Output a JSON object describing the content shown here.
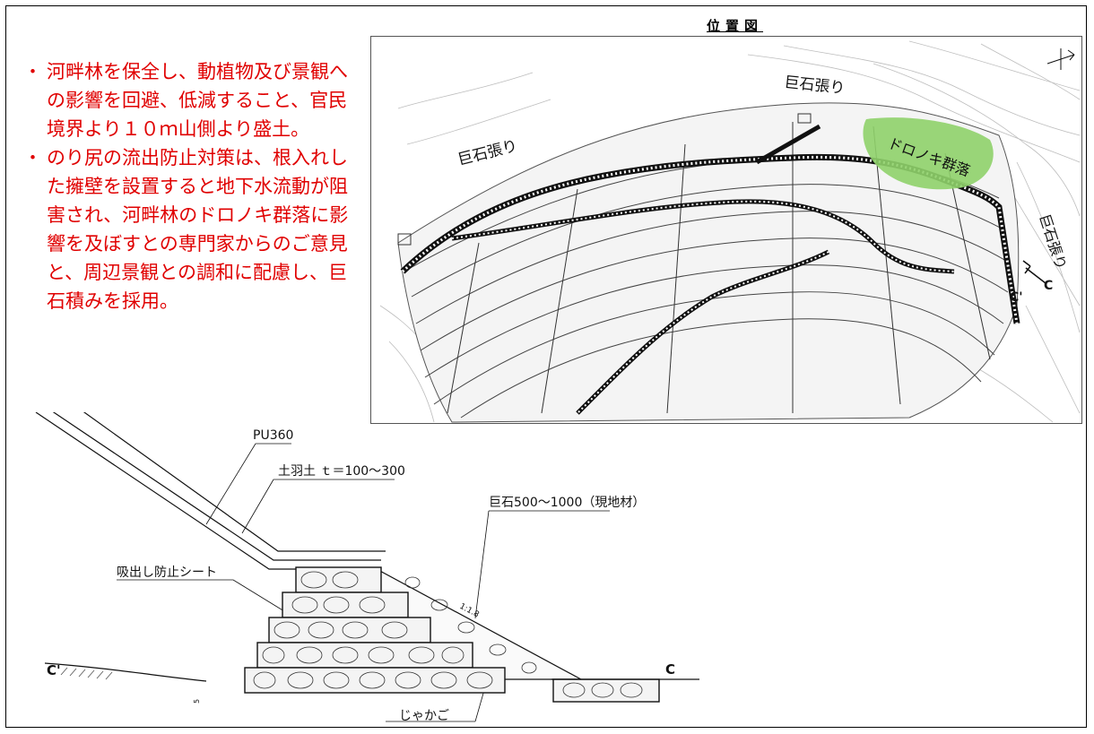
{
  "notes": [
    "河畔林を保全し、動植物及び景観への影響を回避、低減すること、官民境界より１０ｍ山側より盛土。",
    "のり尻の流出防止対策は、根入れした擁壁を設置すると地下水流動が阻害され、河畔林のドロノキ群落に影響を及ぼすとの専門家からのご意見と、周辺景観との調和に配慮し、巨石積みを採用。"
  ],
  "location_map": {
    "title": "位置図",
    "labels": {
      "boulder_left": "巨石張り",
      "boulder_top": "巨石張り",
      "boulder_right": "巨石張り",
      "poplar": "ドロノキ群落",
      "section_c": "C",
      "section_c_prime": "C'"
    }
  },
  "section": {
    "labels": {
      "pipe": "PU360",
      "topsoil": "土羽土 ｔ＝100～300",
      "boulder": "巨石500～1000（現地材）",
      "sheet": "吸出し防止シート",
      "gabion": "じゃかご",
      "slope": "1:1.8",
      "c_prime": "C'",
      "c": "C",
      "mark": "5"
    }
  },
  "colors": {
    "note_text": "#e00000",
    "poplar_fill": "#8fd16a"
  }
}
